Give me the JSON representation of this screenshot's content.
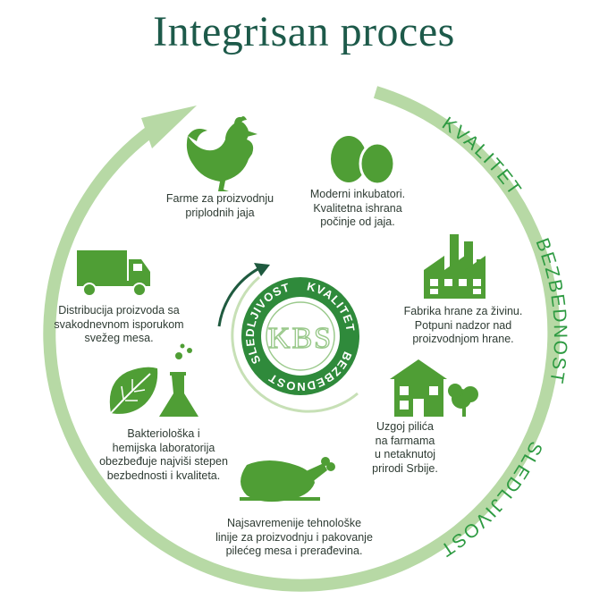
{
  "title": "Integrisan proces",
  "ring_words": [
    "KVALITET",
    "BEZBEDNOST",
    "SLEDLJIVOST"
  ],
  "badge": {
    "center": "KBS",
    "words": [
      "KVALITET",
      "BEZBEDNOST",
      "SLEDLJIVOST"
    ]
  },
  "steps": {
    "farms": {
      "icon": "hen-icon",
      "lines": [
        "Farme za proizvodnju",
        "priplodnih jaja"
      ]
    },
    "incubators": {
      "icon": "eggs-icon",
      "lines": [
        "Moderni inkubatori.",
        "Kvalitetna ishrana",
        "počinje od jaja."
      ]
    },
    "feed_factory": {
      "icon": "factory-icon",
      "lines": [
        "Fabrika hrane za živinu.",
        "Potpuni nadzor nad",
        "proizvodnjom hrane."
      ]
    },
    "breeding": {
      "icon": "house-tree-icon",
      "lines": [
        "Uzgoj pilića",
        "na farmama",
        "u netaknutoj",
        "prirodi Srbije."
      ]
    },
    "processing": {
      "icon": "roast-chicken-icon",
      "lines": [
        "Najsavremenije tehnološke",
        "linije  za proizvodnju i pakovanje",
        "pilećeg mesa i prerađevina."
      ]
    },
    "laboratory": {
      "icon": "leaf-flask-icon",
      "lines": [
        "Bakteriološka i",
        "hemijska laboratorija",
        "obezbeđuje najviši stepen",
        "bezbednosti i kvaliteta."
      ]
    },
    "distribution": {
      "icon": "truck-icon",
      "lines": [
        "Distribucija proizvoda sa",
        "svakodnevnom isporukom",
        "svežeg mesa."
      ]
    }
  },
  "colors": {
    "title": "#1d5a4a",
    "ring": "#b7d9a5",
    "icon": "#4f9e35",
    "badge_dark": "#2f8a3b",
    "arrow_dark": "#1f5a3f"
  }
}
